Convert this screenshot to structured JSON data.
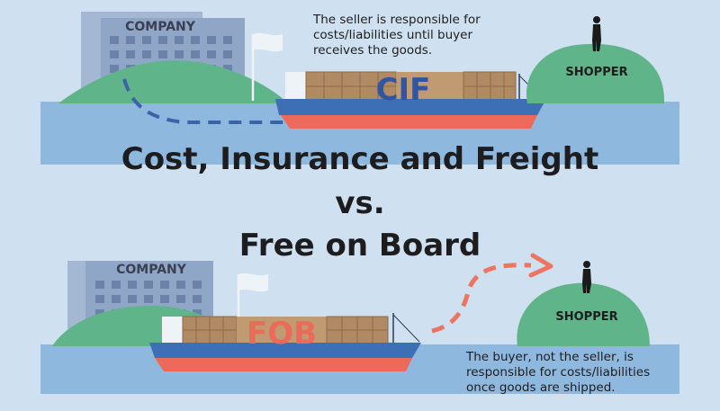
{
  "top": {
    "company_label": "COMPANY",
    "shopper_label": "SHOPPER",
    "ship_label": "CIF",
    "note_lines": [
      "The seller is responsible for",
      "costs/liabilities until buyer",
      "receives the goods."
    ]
  },
  "title": {
    "line1": "Cost, Insurance and Freight",
    "line2": "vs.",
    "line3": "Free on Board"
  },
  "bottom": {
    "company_label": "COMPANY",
    "shopper_label": "SHOPPER",
    "ship_label": "FOB",
    "note_lines": [
      "The buyer, not the seller, is",
      "responsible for costs/liabilities",
      "once goods are shipped."
    ]
  },
  "colors": {
    "background": "#cfe0f0",
    "water": "#8fb8de",
    "hill": "#5fb489",
    "building": "#8fa6c6",
    "crate": "#b08a63",
    "hull_blue": "#3d6fb4",
    "hull_red": "#ec6a5a",
    "cif_text": "#2f55a3",
    "fob_text": "#ec6a5a",
    "route_blue": "#3a63a8",
    "route_red": "#ee7462"
  }
}
